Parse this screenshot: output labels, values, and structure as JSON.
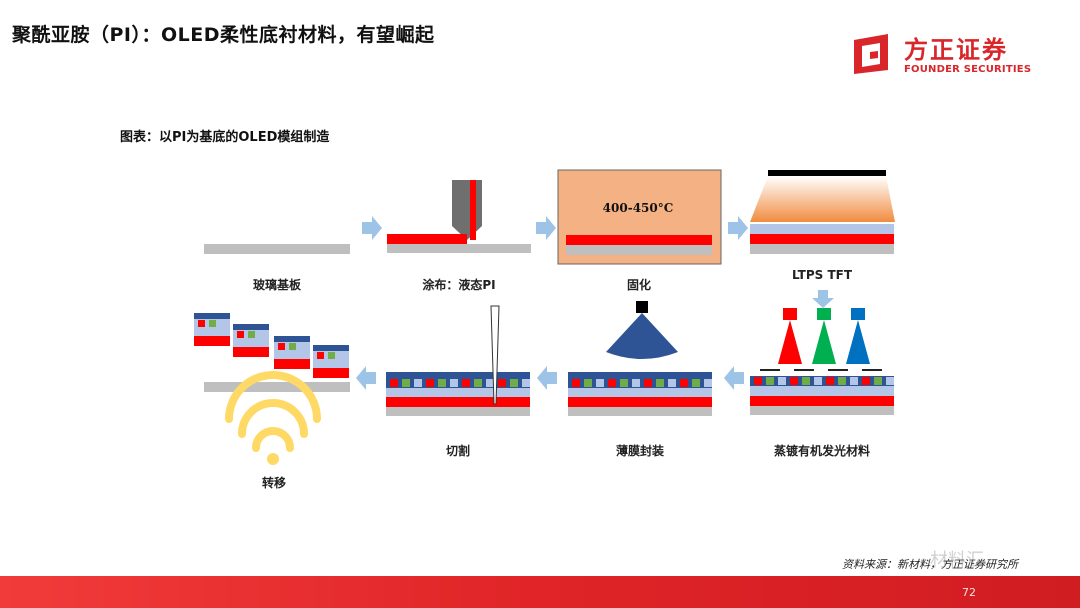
{
  "slide": {
    "title": "聚酰亚胺（PI）：OLED柔性底衬材料，有望崛起",
    "figure_title": "图表：以PI为基底的OLED模组制造",
    "source": "资料来源：新材料，方正证券研究所",
    "watermark": "材料汇",
    "page_number": "72"
  },
  "logo": {
    "name_cn": "方正证券",
    "name_en": "FOUNDER SECURITIES",
    "color": "#d8262b"
  },
  "diagram": {
    "steps": [
      {
        "label": "玻璃基板"
      },
      {
        "label": "涂布：液态PI"
      },
      {
        "label": "固化",
        "temperature": "400-450°C"
      },
      {
        "label": "LTPS TFT"
      },
      {
        "label": "蒸镀有机发光材料"
      },
      {
        "label": "薄膜封装"
      },
      {
        "label": "切割"
      },
      {
        "label": "转移"
      }
    ],
    "colors": {
      "glass": "#bfbfbf",
      "pi": "#ff0000",
      "tft": "#b4c6e7",
      "encap": "#2f5496",
      "emit_green": "#70ad47",
      "arrow": "#9dc3e6",
      "oven": "#f4b183",
      "rgb": [
        "#ff0000",
        "#00b050",
        "#0070c0"
      ]
    }
  }
}
